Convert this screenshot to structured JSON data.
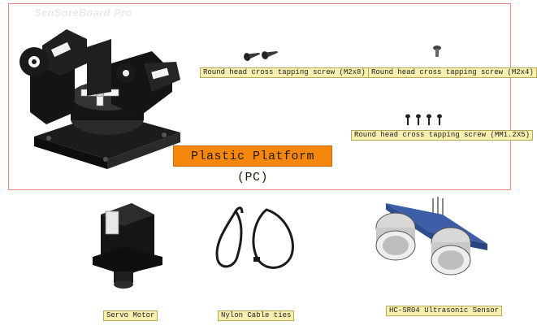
{
  "watermark": "SenSoreBoard Pro",
  "platform": {
    "label": "Plastic Platform (PC)"
  },
  "screws": {
    "m2x8": "Round head cross tapping screw (M2x8)",
    "m2x4": "Round head cross tapping screw (M2x4)",
    "mm12x5": "Round head cross tapping screw (MM1.2X5)"
  },
  "components": {
    "servo": "Servo Motor",
    "cable_ties": "Nylon Cable ties",
    "sensor": "HC-SR04 Ultrasonic Sensor"
  },
  "colors": {
    "frame_border": "#e98a8a",
    "platform_label_bg": "#f4870c",
    "label_bg": "#f7efb0"
  }
}
